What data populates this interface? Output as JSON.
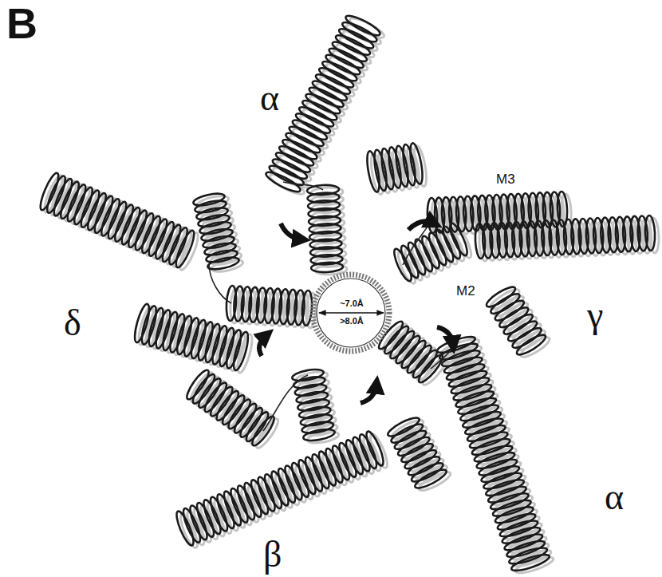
{
  "diagram": {
    "labels": [
      "B",
      "α",
      "δ",
      "M3",
      "M2",
      "γ",
      "α",
      "β",
      "~7.0Å",
      ">8.0Å"
    ]
  }
}
